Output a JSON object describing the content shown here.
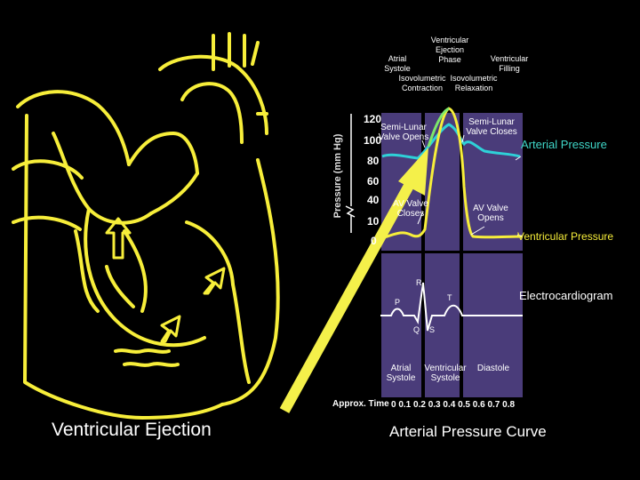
{
  "phases": {
    "ventricular_ejection_phase": [
      "Ventricular",
      "Ejection",
      "Phase"
    ],
    "atrial_systole": [
      "Atrial",
      "Systole"
    ],
    "ventricular_filling": [
      "Ventricular",
      "Filling"
    ],
    "isovolumetric_contraction": [
      "Isovolumetric",
      "Contraction"
    ],
    "isovolumetric_relaxation": [
      "Isovolumetric",
      "Relaxation"
    ]
  },
  "y_axis": {
    "label": "Pressure (mm Hg)",
    "ticks": [
      "120",
      "100",
      "80",
      "60",
      "40",
      "10",
      "0"
    ]
  },
  "annotations": {
    "semilunar_opens": [
      "Semi-Lunar",
      "Valve Opens"
    ],
    "semilunar_closes": [
      "Semi-Lunar",
      "Valve Closes"
    ],
    "av_closes": [
      "AV Valve",
      "Closes"
    ],
    "av_opens": [
      "AV Valve",
      "Opens"
    ],
    "arterial_pressure": "Arterial Pressure",
    "ventricular_pressure": "Ventricular Pressure",
    "ecg": "Electrocardiogram",
    "ecg_labels": {
      "P": "P",
      "Q": "Q",
      "R": "R",
      "S": "S",
      "T": "T"
    }
  },
  "bottom_phases": {
    "atrial": [
      "Atrial",
      "Systole"
    ],
    "ventricular": [
      "Ventricular",
      "Systole"
    ],
    "diastole": "Diastole"
  },
  "time_axis": {
    "label": "Approx. Time",
    "ticks": [
      "0",
      "0.1",
      "0.2",
      "0.3",
      "0.4",
      "0.5",
      "0.6",
      "0.7",
      "0.8"
    ]
  },
  "captions": {
    "left": "Ventricular Ejection",
    "right": "Arterial Pressure Curve"
  },
  "colors": {
    "panel": "#4a3c7a",
    "heart_outline": "#f7ee3a",
    "arterial_curve": "#2ed1d8",
    "ventricular_curve": "#f7ee3a",
    "arrow": "#f4f04a",
    "arterial_label": "#3fd6c8",
    "ventricular_label": "#f7ee3a"
  }
}
